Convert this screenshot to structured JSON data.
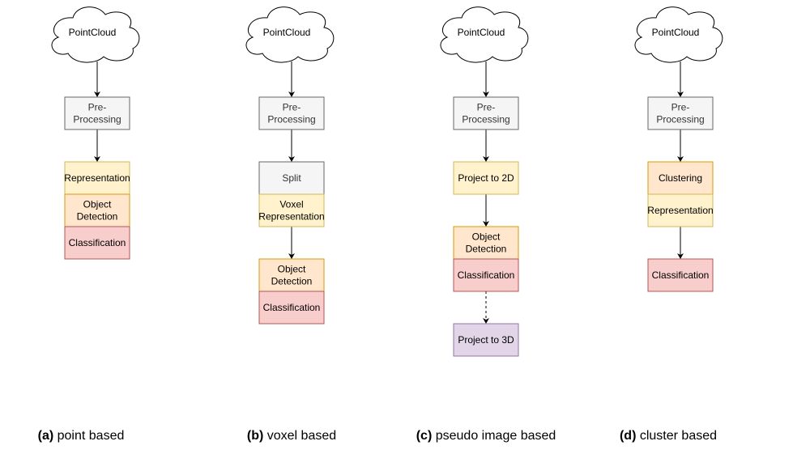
{
  "colors": {
    "gray_fill": "#f5f5f5",
    "gray_stroke": "#666666",
    "gray_text": "#333333",
    "yellow_fill": "#fff2cc",
    "yellow_stroke": "#d6b656",
    "orange_fill": "#ffe6cc",
    "orange_stroke": "#d79b00",
    "red_fill": "#f8cecc",
    "red_stroke": "#b85450",
    "purple_fill": "#e1d5e7",
    "purple_stroke": "#9673a6",
    "line": "#000000"
  },
  "columns": [
    {
      "id": "a",
      "cloud_label": "PointCloud",
      "caption_letter": "(a)",
      "caption_text": " point based",
      "boxes": [
        {
          "id": "preproc",
          "lines": [
            "Pre-",
            "Processing"
          ],
          "style": "gray"
        },
        {
          "id": "representation",
          "lines": [
            "Representation"
          ],
          "style": "yellow"
        },
        {
          "id": "object-detection",
          "lines": [
            "Object",
            "Detection"
          ],
          "style": "orange"
        },
        {
          "id": "classification",
          "lines": [
            "Classification"
          ],
          "style": "red"
        }
      ]
    },
    {
      "id": "b",
      "cloud_label": "PointCloud",
      "caption_letter": "(b)",
      "caption_text": " voxel based",
      "boxes": [
        {
          "id": "preproc",
          "lines": [
            "Pre-",
            "Processing"
          ],
          "style": "gray"
        },
        {
          "id": "split",
          "lines": [
            "Split"
          ],
          "style": "gray"
        },
        {
          "id": "voxel-representation",
          "lines": [
            "Voxel",
            "Representation"
          ],
          "style": "yellow"
        },
        {
          "id": "object-detection",
          "lines": [
            "Object",
            "Detection"
          ],
          "style": "orange"
        },
        {
          "id": "classification",
          "lines": [
            "Classification"
          ],
          "style": "red"
        }
      ]
    },
    {
      "id": "c",
      "cloud_label": "PointCloud",
      "caption_letter": "(c)",
      "caption_text": " pseudo image based",
      "boxes": [
        {
          "id": "preproc",
          "lines": [
            "Pre-",
            "Processing"
          ],
          "style": "gray"
        },
        {
          "id": "project-2d",
          "lines": [
            "Project to 2D"
          ],
          "style": "yellow"
        },
        {
          "id": "object-detection",
          "lines": [
            "Object",
            "Detection"
          ],
          "style": "orange"
        },
        {
          "id": "classification",
          "lines": [
            "Classification"
          ],
          "style": "red"
        },
        {
          "id": "project-3d",
          "lines": [
            "Project to 3D"
          ],
          "style": "purple"
        }
      ]
    },
    {
      "id": "d",
      "cloud_label": "PointCloud",
      "caption_letter": "(d)",
      "caption_text": " cluster based",
      "boxes": [
        {
          "id": "preproc",
          "lines": [
            "Pre-",
            "Processing"
          ],
          "style": "gray"
        },
        {
          "id": "clustering",
          "lines": [
            "Clustering"
          ],
          "style": "orange"
        },
        {
          "id": "representation",
          "lines": [
            "Representation"
          ],
          "style": "yellow"
        },
        {
          "id": "classification",
          "lines": [
            "Classification"
          ],
          "style": "red"
        }
      ]
    }
  ]
}
